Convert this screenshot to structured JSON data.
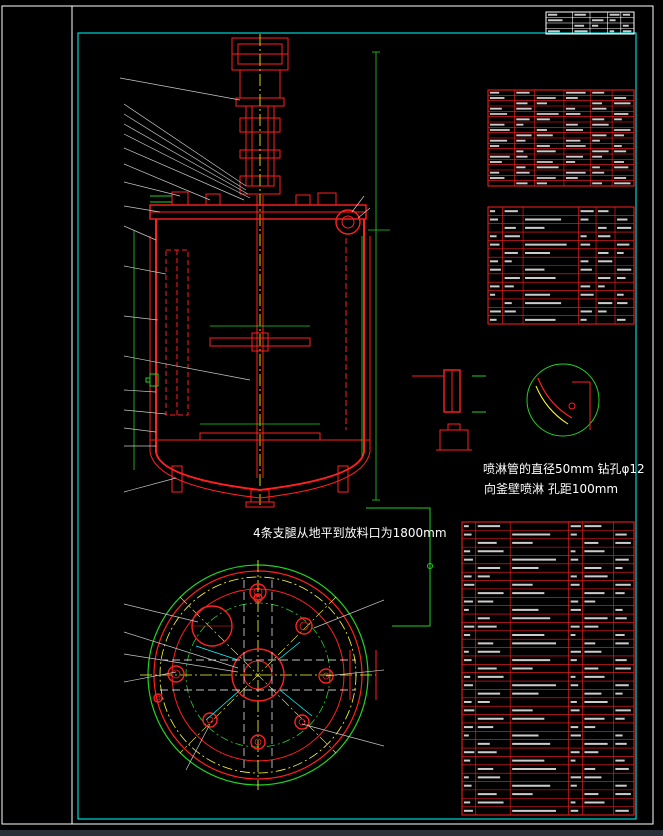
{
  "notes": {
    "spray_pipe": "喷淋管的直径50mm 钻孔φ12",
    "spray_dir": "向釜壁喷淋 孔距100mm",
    "support": "4条支腿从地平到放料口为1800mm"
  },
  "colors": {
    "background": "#000000",
    "frame": "#ffffff",
    "border": "#00ffff",
    "vessel": "#ff2020",
    "centerline": "#d4d400",
    "dimension": "#22d122",
    "leader": "#c8c8c8",
    "table_line": "#ff2020",
    "table_text": "#ffffff"
  },
  "tables": {
    "tech_spec": {
      "rows": 18,
      "cols": 6
    },
    "nozzle": {
      "rows": 14,
      "cols": 6
    },
    "title_block": {
      "rows": 4,
      "cols": 5
    },
    "parts_list": {
      "rows": 35,
      "cols": 6
    }
  },
  "icons": [
    "pipe-elbow-icon",
    "flange-icon"
  ]
}
